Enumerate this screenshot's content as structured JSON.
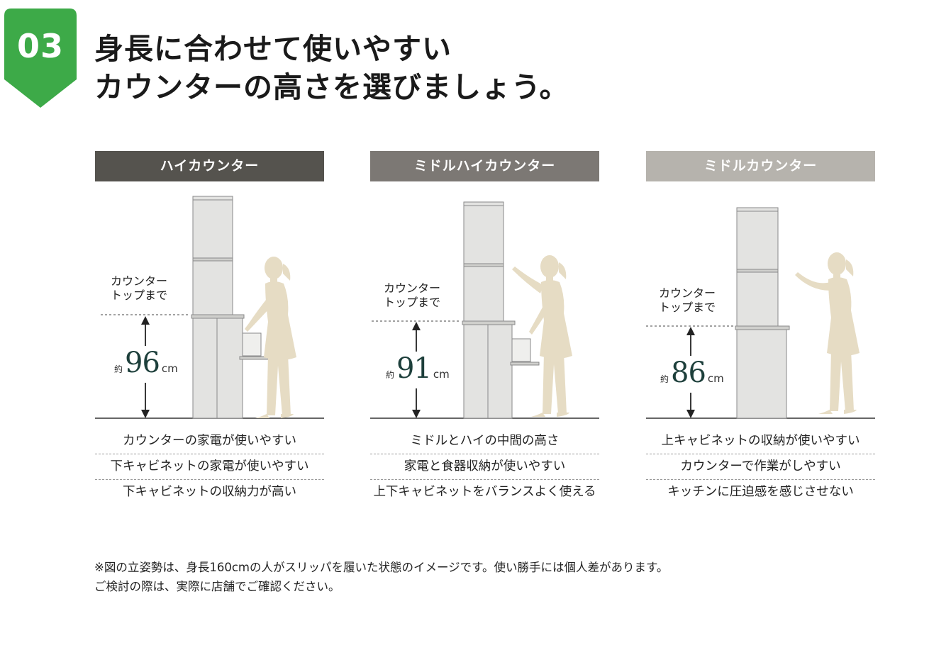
{
  "badge": {
    "number": "03",
    "color": "#3daa48"
  },
  "title": {
    "line1": "身長に合わせて使いやすい",
    "line2": "カウンターの高さを選びましょう。"
  },
  "panels": [
    {
      "header": "ハイカウンター",
      "header_color": "#55534e",
      "label_line1": "カウンター",
      "label_line2": "トップまで",
      "height_prefix": "約",
      "height_value": "96",
      "height_unit": "cm",
      "features": [
        "カウンターの家電が使いやすい",
        "下キャビネットの家電が使いやすい",
        "下キャビネットの収納力が高い"
      ]
    },
    {
      "header": "ミドルハイカウンター",
      "header_color": "#7c7874",
      "label_line1": "カウンター",
      "label_line2": "トップまで",
      "height_prefix": "約",
      "height_value": "91",
      "height_unit": "cm",
      "features": [
        "ミドルとハイの中間の高さ",
        "家電と食器収納が使いやすい",
        "上下キャビネットをバランスよく使える"
      ]
    },
    {
      "header": "ミドルカウンター",
      "header_color": "#b6b3ad",
      "label_line1": "カウンター",
      "label_line2": "トップまで",
      "height_prefix": "約",
      "height_value": "86",
      "height_unit": "cm",
      "features": [
        "上キャビネットの収納が使いやすい",
        "カウンターで作業がしやすい",
        "キッチンに圧迫感を感じさせない"
      ]
    }
  ],
  "note": {
    "line1": "※図の立姿勢は、身長160cmの人がスリッパを履いた状態のイメージです。使い勝手には個人差があります。",
    "line2": "ご検討の際は、実際に店舗でご確認ください。"
  }
}
